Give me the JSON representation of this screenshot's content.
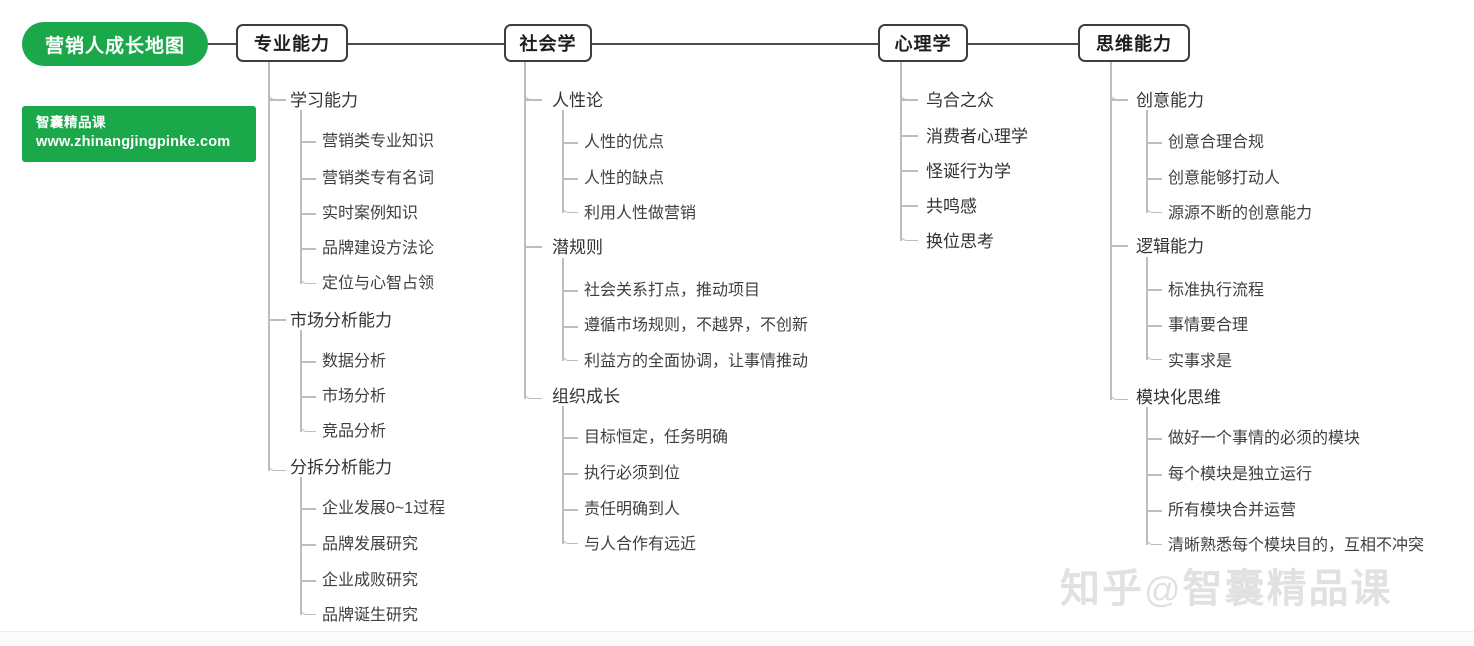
{
  "root": {
    "label": "营销人成长地图"
  },
  "brand": {
    "name": "智囊精品课",
    "url": "www.zhinangjingpinke.com"
  },
  "watermark": {
    "site": "知乎",
    "at": "@",
    "account": "智囊精品课"
  },
  "colors": {
    "brand_green": "#1aa84a",
    "node_border": "#3d3d3d",
    "connector": "#bdbdbd",
    "trunk": "#4a4a4a",
    "text": "#3b3b3b"
  },
  "branches": [
    {
      "label": "专业能力",
      "children": [
        {
          "label": "学习能力",
          "children": [
            {
              "label": "营销类专业知识"
            },
            {
              "label": "营销类专有名词"
            },
            {
              "label": "实时案例知识"
            },
            {
              "label": "品牌建设方法论"
            },
            {
              "label": "定位与心智占领"
            }
          ]
        },
        {
          "label": "市场分析能力",
          "children": [
            {
              "label": "数据分析"
            },
            {
              "label": "市场分析"
            },
            {
              "label": "竞品分析"
            }
          ]
        },
        {
          "label": "分拆分析能力",
          "children": [
            {
              "label": "企业发展0~1过程"
            },
            {
              "label": "品牌发展研究"
            },
            {
              "label": "企业成败研究"
            },
            {
              "label": "品牌诞生研究"
            }
          ]
        }
      ]
    },
    {
      "label": "社会学",
      "children": [
        {
          "label": "人性论",
          "children": [
            {
              "label": "人性的优点"
            },
            {
              "label": "人性的缺点"
            },
            {
              "label": "利用人性做营销"
            }
          ]
        },
        {
          "label": "潜规则",
          "children": [
            {
              "label": "社会关系打点，推动项目"
            },
            {
              "label": "遵循市场规则，不越界，不创新"
            },
            {
              "label": "利益方的全面协调，让事情推动"
            }
          ]
        },
        {
          "label": "组织成长",
          "children": [
            {
              "label": "目标恒定，任务明确"
            },
            {
              "label": "执行必须到位"
            },
            {
              "label": "责任明确到人"
            },
            {
              "label": "与人合作有远近"
            }
          ]
        }
      ]
    },
    {
      "label": "心理学",
      "children": [
        {
          "label": "乌合之众",
          "children": []
        },
        {
          "label": "消费者心理学",
          "children": []
        },
        {
          "label": "怪诞行为学",
          "children": []
        },
        {
          "label": "共鸣感",
          "children": []
        },
        {
          "label": "换位思考",
          "children": []
        }
      ]
    },
    {
      "label": "思维能力",
      "children": [
        {
          "label": "创意能力",
          "children": [
            {
              "label": "创意合理合规"
            },
            {
              "label": "创意能够打动人"
            },
            {
              "label": "源源不断的创意能力"
            }
          ]
        },
        {
          "label": "逻辑能力",
          "children": [
            {
              "label": "标准执行流程"
            },
            {
              "label": "事情要合理"
            },
            {
              "label": "实事求是"
            }
          ]
        },
        {
          "label": "模块化思维",
          "children": [
            {
              "label": "做好一个事情的必须的模块"
            },
            {
              "label": "每个模块是独立运行"
            },
            {
              "label": "所有模块合并运营"
            },
            {
              "label": "清晰熟悉每个模块目的，互相不冲突"
            }
          ]
        }
      ]
    }
  ]
}
